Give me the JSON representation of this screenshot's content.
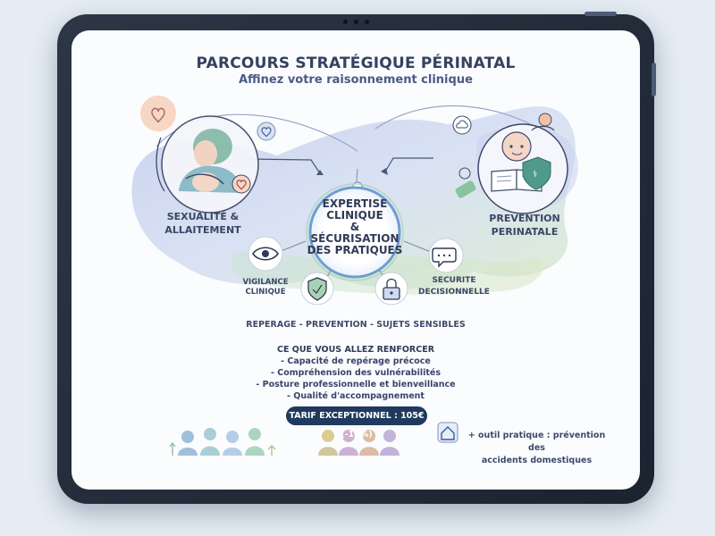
{
  "header": {
    "title": "PARCOURS STRATÉGIQUE PÉRINATAL",
    "subtitle": "Affinez votre raisonnement clinique"
  },
  "diagram": {
    "center_label_lines": [
      "EXPERTISE",
      "CLINIQUE",
      "&",
      "SÉCURISATION",
      "DES PRATIQUES"
    ],
    "left_node_lines": [
      "SEXUALITÉ &",
      "ALLAITEMENT"
    ],
    "right_node_lines": [
      "PREVENTION",
      "PERINATALE"
    ],
    "vigilance_lines": [
      "VIGILANCE",
      "CLINIQUE"
    ],
    "securite_lines": [
      "SECURITE",
      "DECISIONNELLE"
    ]
  },
  "tagline": "REPERAGE - PREVENTION - SUJETS SENSIBLES",
  "benefits": {
    "title": "CE QUE VOUS ALLEZ RENFORCER",
    "items": [
      "- Capacité de repérage précoce",
      "- Compréhension des vulnérabilités",
      "- Posture professionnelle et bienveillance",
      "- Qualité d'accompagnement"
    ]
  },
  "price_badge": "TARIF EXCEPTIONNEL : 105€ (-10%)",
  "extra_tool_lines": [
    "+ outil pratique : prévention des",
    "accidents domestiques"
  ],
  "icons": [
    "heart-icon",
    "mother-baby-icon",
    "eye-icon",
    "shield-icon",
    "lock-icon",
    "chat-icon",
    "baby-icon",
    "book-icon",
    "cloud-icon",
    "home-icon"
  ],
  "colors": {
    "title": "#35415f",
    "price_bg": "#1f3a5c",
    "blob_blue": "#b9c7ea",
    "blob_green": "#cfe6c7",
    "accent_teal": "#4f9a8c"
  }
}
